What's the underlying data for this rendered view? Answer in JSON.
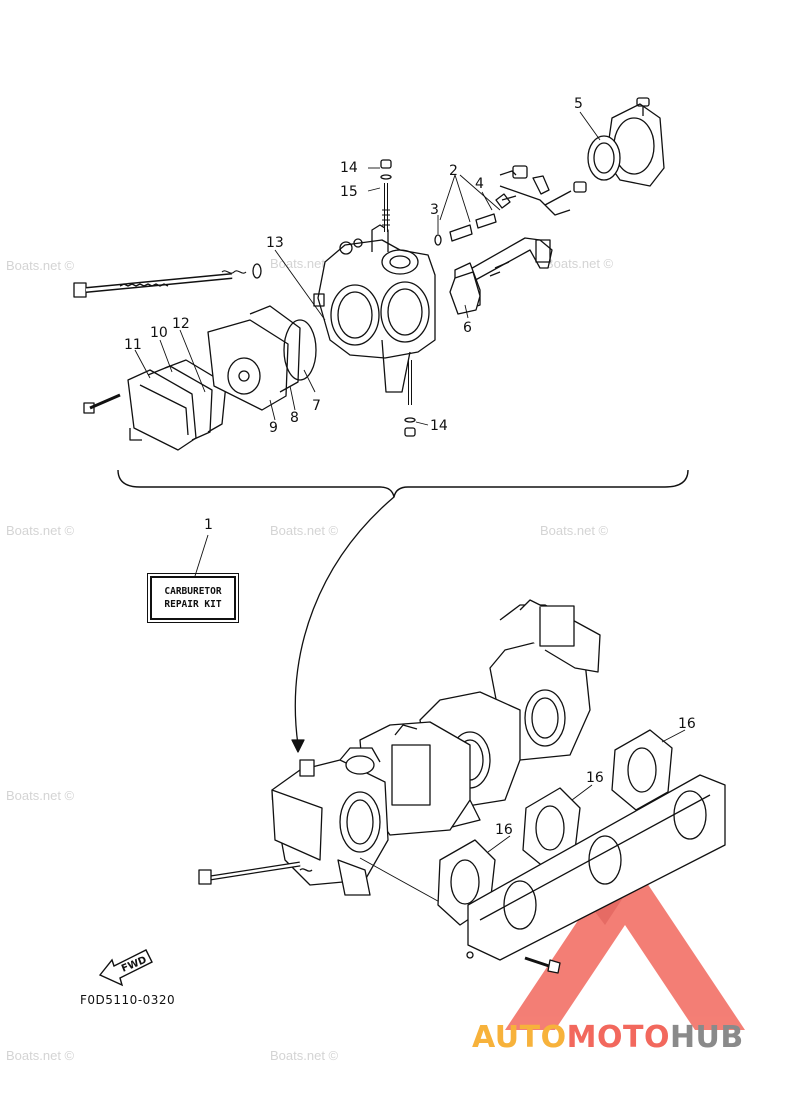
{
  "watermark": "Boats.net ©",
  "callouts": {
    "n1": "1",
    "n2": "2",
    "n3": "3",
    "n4": "4",
    "n5": "5",
    "n6": "6",
    "n7": "7",
    "n8": "8",
    "n9": "9",
    "n10": "10",
    "n11": "11",
    "n12": "12",
    "n13": "13",
    "n14": "14",
    "n15": "15",
    "n16": "16"
  },
  "kit_label": {
    "line1": "CARBURETOR",
    "line2": "REPAIR KIT"
  },
  "fwd_label": "FWD",
  "diagram_code": "F0D5110-0320",
  "brand": {
    "part1": "AUTO",
    "part2": "MOTO",
    "part3": "HUB"
  },
  "colors": {
    "brand_logo": "#f2685d",
    "brand_auto": "#f7b23b",
    "brand_hub": "#8a8a8a",
    "line": "#111111",
    "watermark": "#d4d4d4"
  }
}
